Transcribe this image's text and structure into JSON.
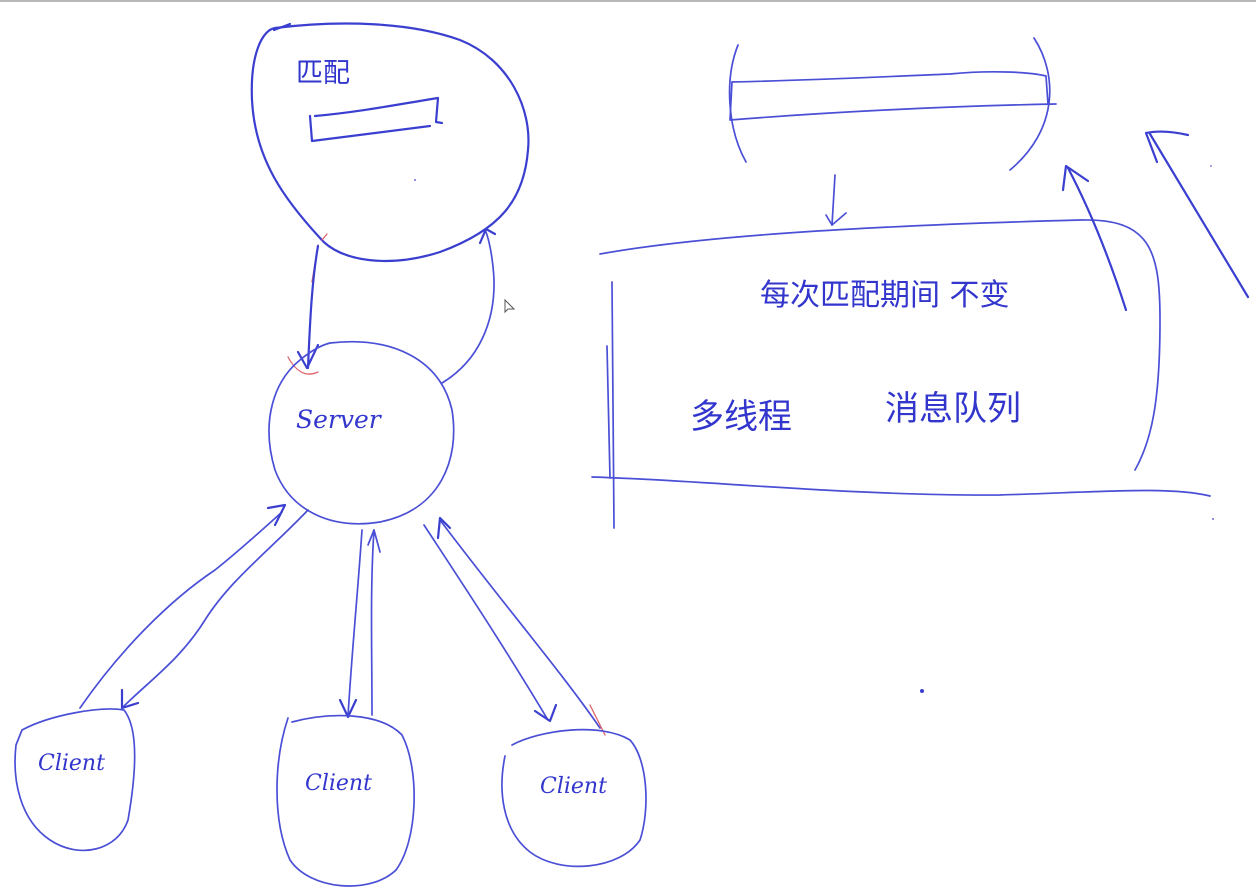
{
  "canvas": {
    "background": "#ffffff",
    "ink_color": "#3a3fd0",
    "accent_color": "#e0626a",
    "top_border_color": "#b8b8b8"
  },
  "diagram": {
    "match_node": {
      "label": "匹配"
    },
    "server_node": {
      "label": "Server"
    },
    "clients": [
      {
        "label": "Client"
      },
      {
        "label": "Client"
      },
      {
        "label": "Client"
      }
    ],
    "note_box": {
      "line1": "每次匹配期间 不变",
      "line2_left": "多线程",
      "line2_right": "消息队列"
    }
  },
  "icons": {
    "cursor": "mouse-pointer-icon"
  }
}
